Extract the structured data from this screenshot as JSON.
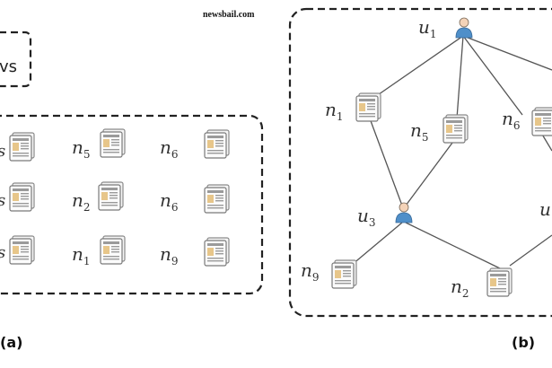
{
  "watermark": "newsbail.com",
  "panel_a": {
    "label": "(a)",
    "top_box_text": "vs",
    "grid": [
      [
        "n5",
        "n6"
      ],
      [
        "n2",
        "n6"
      ],
      [
        "n1",
        "n9"
      ]
    ],
    "grid_left_partial_text": [
      "s",
      "s",
      "s"
    ]
  },
  "panel_b": {
    "label": "(b)",
    "users": [
      {
        "id": "u1",
        "letter": "u",
        "sub": "1"
      },
      {
        "id": "u3",
        "letter": "u",
        "sub": "3"
      },
      {
        "id": "u_right",
        "letter": "u",
        "sub": ""
      }
    ],
    "news": [
      {
        "id": "n1",
        "letter": "n",
        "sub": "1"
      },
      {
        "id": "n5",
        "letter": "n",
        "sub": "5"
      },
      {
        "id": "n6",
        "letter": "n",
        "sub": "6"
      },
      {
        "id": "n9",
        "letter": "n",
        "sub": "9"
      },
      {
        "id": "n2",
        "letter": "n",
        "sub": "2"
      }
    ]
  }
}
